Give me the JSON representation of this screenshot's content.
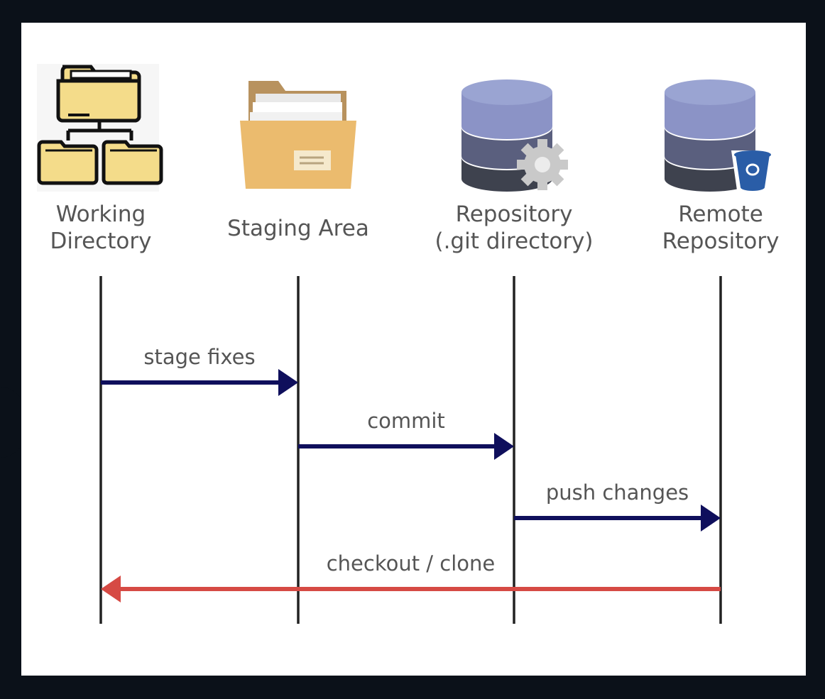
{
  "lanes": [
    {
      "id": "working",
      "label_lines": [
        "Working",
        "Directory"
      ],
      "icon": "folder-tree-icon"
    },
    {
      "id": "staging",
      "label_lines": [
        "Staging Area"
      ],
      "icon": "open-folder-icon"
    },
    {
      "id": "repo",
      "label_lines": [
        "Repository",
        "(.git directory)"
      ],
      "icon": "database-gear-icon"
    },
    {
      "id": "remote",
      "label_lines": [
        "Remote",
        "Repository"
      ],
      "icon": "database-bucket-icon"
    }
  ],
  "flows": [
    {
      "from": "working",
      "to": "staging",
      "label": "stage fixes",
      "color": "#0f0f5c"
    },
    {
      "from": "staging",
      "to": "repo",
      "label": "commit",
      "color": "#0f0f5c"
    },
    {
      "from": "repo",
      "to": "remote",
      "label": "push changes",
      "color": "#0f0f5c"
    },
    {
      "from": "remote",
      "to": "working",
      "label": "checkout / clone",
      "color": "#d64a44"
    }
  ],
  "colors": {
    "lane_line": "#222222",
    "text": "#555555",
    "forward_arrow": "#0f0f5c",
    "return_arrow": "#d64a44"
  }
}
